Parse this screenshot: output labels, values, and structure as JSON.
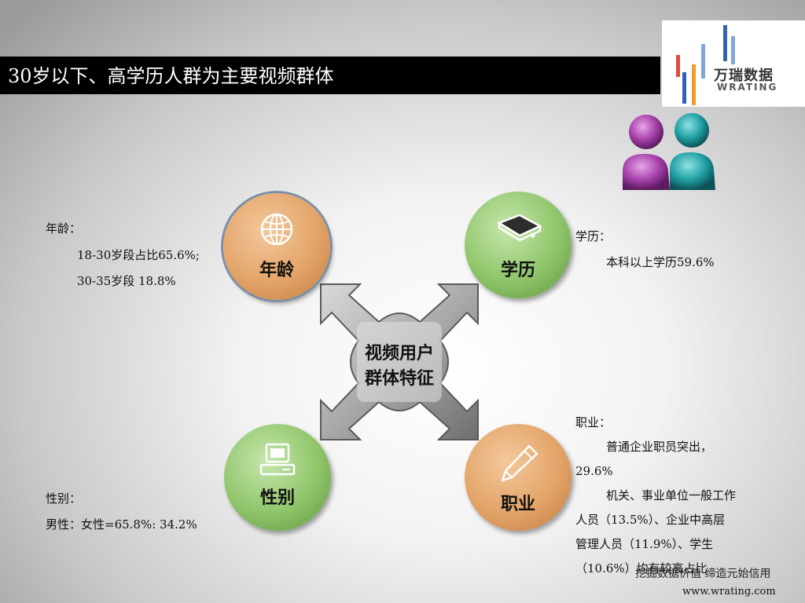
{
  "title": "30岁以下、高学历人群为主要视频群体",
  "logo": {
    "cn": "万瑞数据",
    "en": "WRATING"
  },
  "center": {
    "line1": "视频用户",
    "line2": "群体特征"
  },
  "bubbles": {
    "age": {
      "label": "年龄",
      "icon": "globe-icon",
      "color": "#e3a468"
    },
    "education": {
      "label": "学历",
      "icon": "book-icon",
      "color": "#8fc56a"
    },
    "gender": {
      "label": "性别",
      "icon": "computer-icon",
      "color": "#8fc56a"
    },
    "occupation": {
      "label": "职业",
      "icon": "pencil-icon",
      "color": "#e3a468"
    }
  },
  "age_text": {
    "heading": "年龄：",
    "line1": "18-30岁段占比65.6%;",
    "line2": "30-35岁段 18.8%"
  },
  "education_text": {
    "heading": "学历：",
    "line1": "本科以上学历59.6%"
  },
  "gender_text": {
    "heading": "性别：",
    "line1": "男性：女性=65.8%: 34.2%"
  },
  "occupation_text": {
    "heading": "职业：",
    "line1": "普通企业职员突出，",
    "line2": "29.6%",
    "line3": "机关、事业单位一般工作",
    "line4": "人员（13.5%）、企业中高层",
    "line5": "管理人员（11.9%）、学生",
    "line6": "（10.6%）均有较高占比"
  },
  "footer": {
    "slogan": "挖掘数据价值  缔造元始信用",
    "url": "www.wrating.com"
  },
  "colors": {
    "title_bar": "#000000",
    "orange": "#e3a468",
    "green": "#8fc56a",
    "person_purple": "#a43fa8",
    "person_teal": "#1e9ea3"
  }
}
